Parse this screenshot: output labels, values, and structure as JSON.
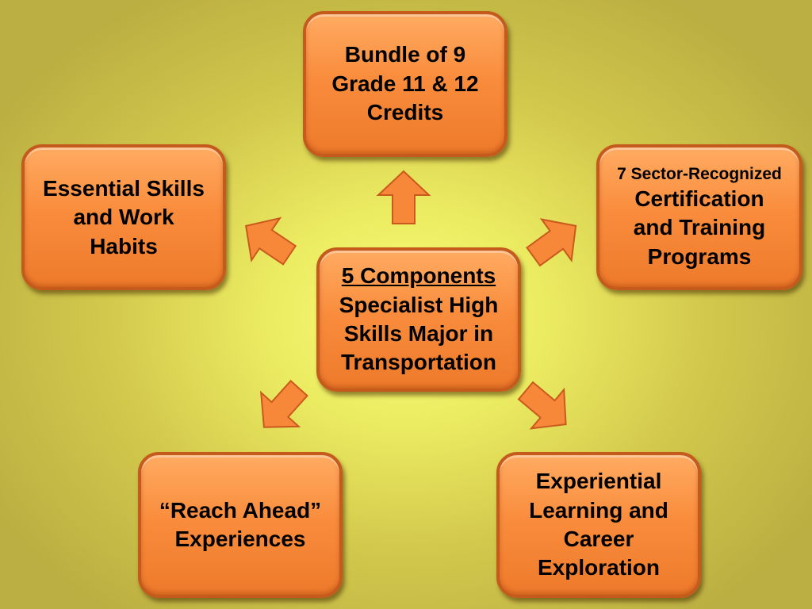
{
  "diagram": {
    "center": {
      "heading": "5 Components",
      "lines": [
        "Specialist High",
        "Skills Major in",
        "Transportation"
      ]
    },
    "components": {
      "credits": {
        "lines": [
          "Bundle of 9",
          "Grade 11 & 12",
          "Credits"
        ]
      },
      "essential": {
        "lines": [
          "Essential Skills",
          "and Work",
          "Habits"
        ]
      },
      "certification": {
        "small": "7 Sector-Recognized",
        "lines": [
          "Certification",
          "and Training",
          "Programs"
        ]
      },
      "reach_ahead": {
        "lines": [
          "“Reach Ahead”",
          "Experiences"
        ]
      },
      "experiential": {
        "lines": [
          "Experiential",
          "Learning and",
          "Career",
          "Exploration"
        ]
      }
    },
    "colors": {
      "box_fill": "#f98d3d",
      "box_border": "#c45a1c",
      "arrow_fill": "#f7883a",
      "arrow_stroke": "#c9591c",
      "background_center": "#fbfb7a",
      "background_edge": "#bbae42"
    }
  }
}
